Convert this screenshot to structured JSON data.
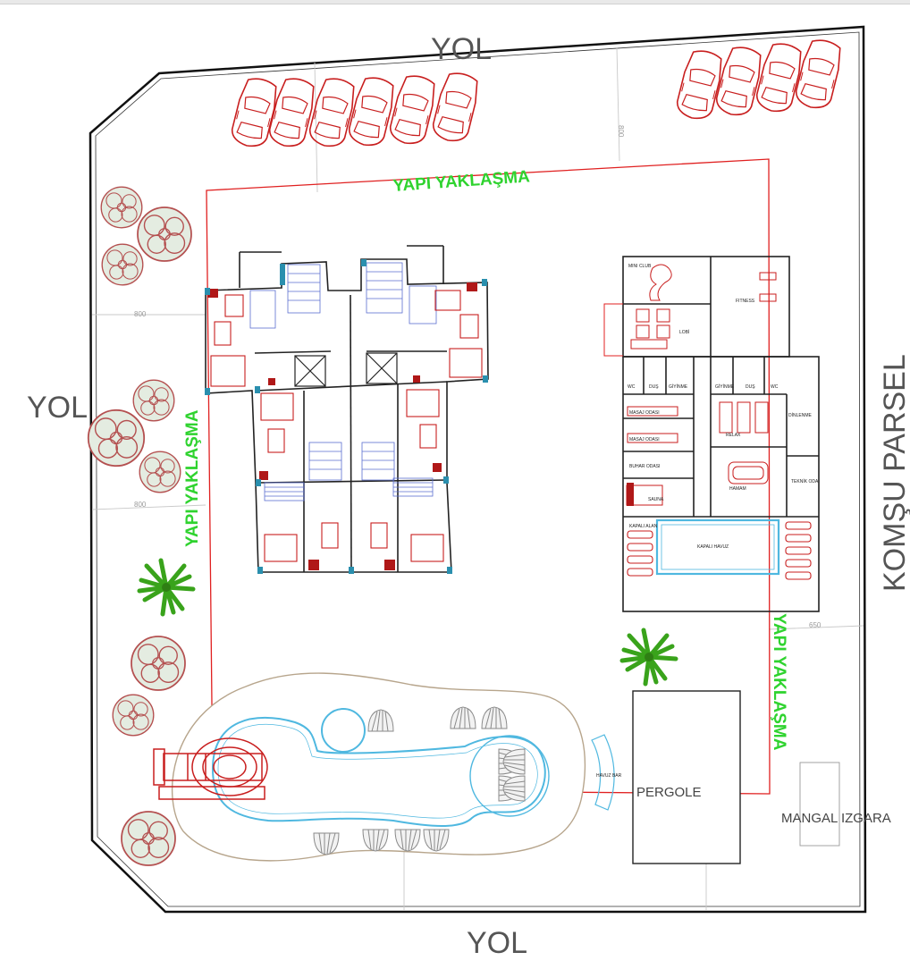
{
  "roads": {
    "north": "YOL",
    "west": "YOL",
    "south": "YOL",
    "east": "KOMŞU PARSEL"
  },
  "approach_labels": {
    "north": "YAPI YAKLAŞMA",
    "west": "YAPI YAKLAŞMA",
    "east": "YAPI YAKLAŞMA"
  },
  "structures": {
    "pergola": "PERGOLE",
    "grill": "MANGAL IZGARA",
    "pool_bar": "HAVUZ BAR"
  },
  "dimensions": {
    "d1": "800",
    "d2": "800",
    "d3": "800",
    "d4": "650",
    "d5": "800"
  },
  "spa_rooms": {
    "mini_club": "MINI CLUB",
    "fitness": "FITNESS",
    "lobby": "LOBİ",
    "wc_left": "WC",
    "shower_left": "DUŞ",
    "dressing_left": "GİYİNME",
    "dressing_right": "GİYİNME",
    "shower_right": "DUŞ",
    "wc_right": "WC",
    "massage_1": "MASAJ ODASI",
    "massage_2": "MASAJ ODASI",
    "steam": "BUHAR ODASI",
    "sauna": "SAUNA",
    "relax": "RELAX",
    "hammam": "HAMAM",
    "aromatherapy": "DİNLENME",
    "technical": "TEKNİK ODA",
    "indoor_area": "KAPALI ALAN",
    "indoor_pool": "KAPALI HAVUZ"
  },
  "colors": {
    "boundary": "#111111",
    "approach_line": "#e02020",
    "furniture": "#c81e1e",
    "pool_water": "#4fb8e0",
    "approach_text": "#2fd32f",
    "tree": "#b45050",
    "palm": "#39a31b",
    "column": "#2a8fae"
  },
  "icons": {
    "car": "car-icon",
    "tree": "tree-icon",
    "palm": "palm-icon",
    "umbrella": "umbrella-icon",
    "sunbed": "sunbed-icon"
  }
}
